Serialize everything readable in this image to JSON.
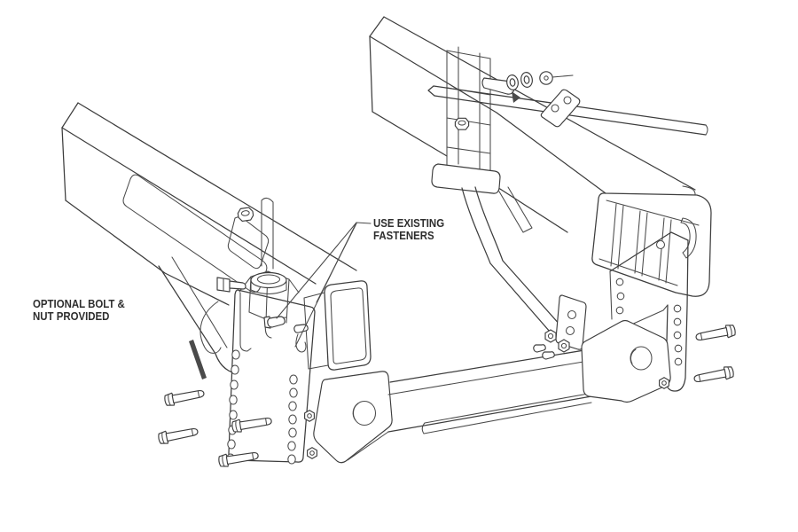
{
  "page": {
    "background": "#ffffff"
  },
  "diagram": {
    "kind": "exploded assembly line drawing",
    "line_color": "#3d3d3d",
    "text_color": "#2e2e2e",
    "labels": {
      "optional_bolt_nut": {
        "line1": "OPTIONAL BOLT &",
        "line2": "NUT PROVIDED"
      },
      "use_existing_fasteners": {
        "line1": "USE EXISTING",
        "line2": "FASTENERS"
      }
    }
  }
}
